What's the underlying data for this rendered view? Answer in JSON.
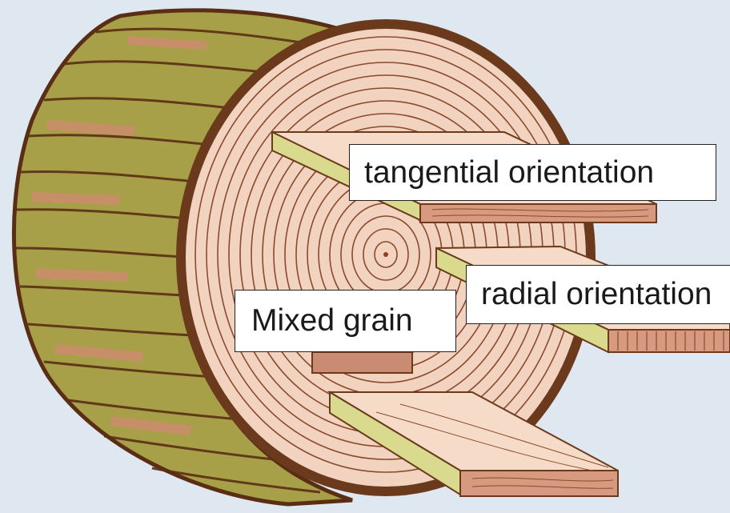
{
  "labels": {
    "tangential": "tangential orientation",
    "radial": "radial orientation",
    "mixed": "Mixed grain"
  },
  "colors": {
    "background": "#dfe8f0",
    "bark_dark": "#6b3a1c",
    "bark_green": "#9a9a3c",
    "bark_pink": "#c98b72",
    "wood_face": "#f1d3bf",
    "ring": "#8a4a2e",
    "board_edge": "#d9d98a"
  }
}
